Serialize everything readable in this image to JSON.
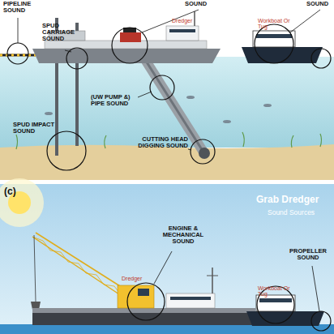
{
  "diagram": {
    "labels": [
      "PIPELINE SOUND",
      "SOUND",
      "SOUND",
      "SPUD CARRIAGE SOUND",
      "Dredger",
      "Workboat Or Tug",
      "(UW PUMP &) PIPE SOUND",
      "SPUD IMPACT SOUND",
      "CUTTING HEAD DIGGING SOUND",
      "(c)",
      "Grab Dredger",
      "Sound Sources",
      "ENGINE & MECHANICAL SOUND",
      "PROPELLER SOUND",
      "Dredger",
      "Workboat Or Tug"
    ]
  }
}
